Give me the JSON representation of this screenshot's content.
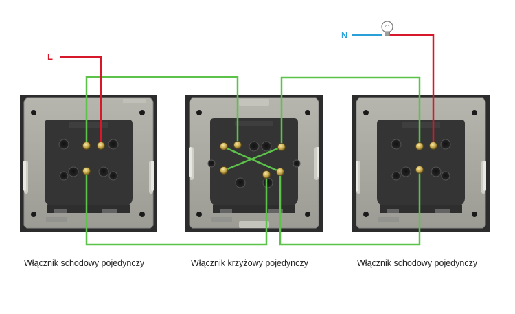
{
  "labels": {
    "live": "L",
    "neutral": "N"
  },
  "switches": [
    {
      "caption": "Włącznik schodowy pojedynczy"
    },
    {
      "caption": "Włącznik krzyżowy pojedynczy"
    },
    {
      "caption": "Włącznik schodowy pojedynczy"
    }
  ],
  "colors": {
    "live_wire": "#d7182a",
    "neutral_wire": "#2a9fd8",
    "traveler_wire": "#5cc24a",
    "frame": "#2c2c2c",
    "plate": "#a9a9a2",
    "module": "#343434",
    "terminal": "#c9a94a"
  },
  "icons": [
    "bulb-icon"
  ]
}
